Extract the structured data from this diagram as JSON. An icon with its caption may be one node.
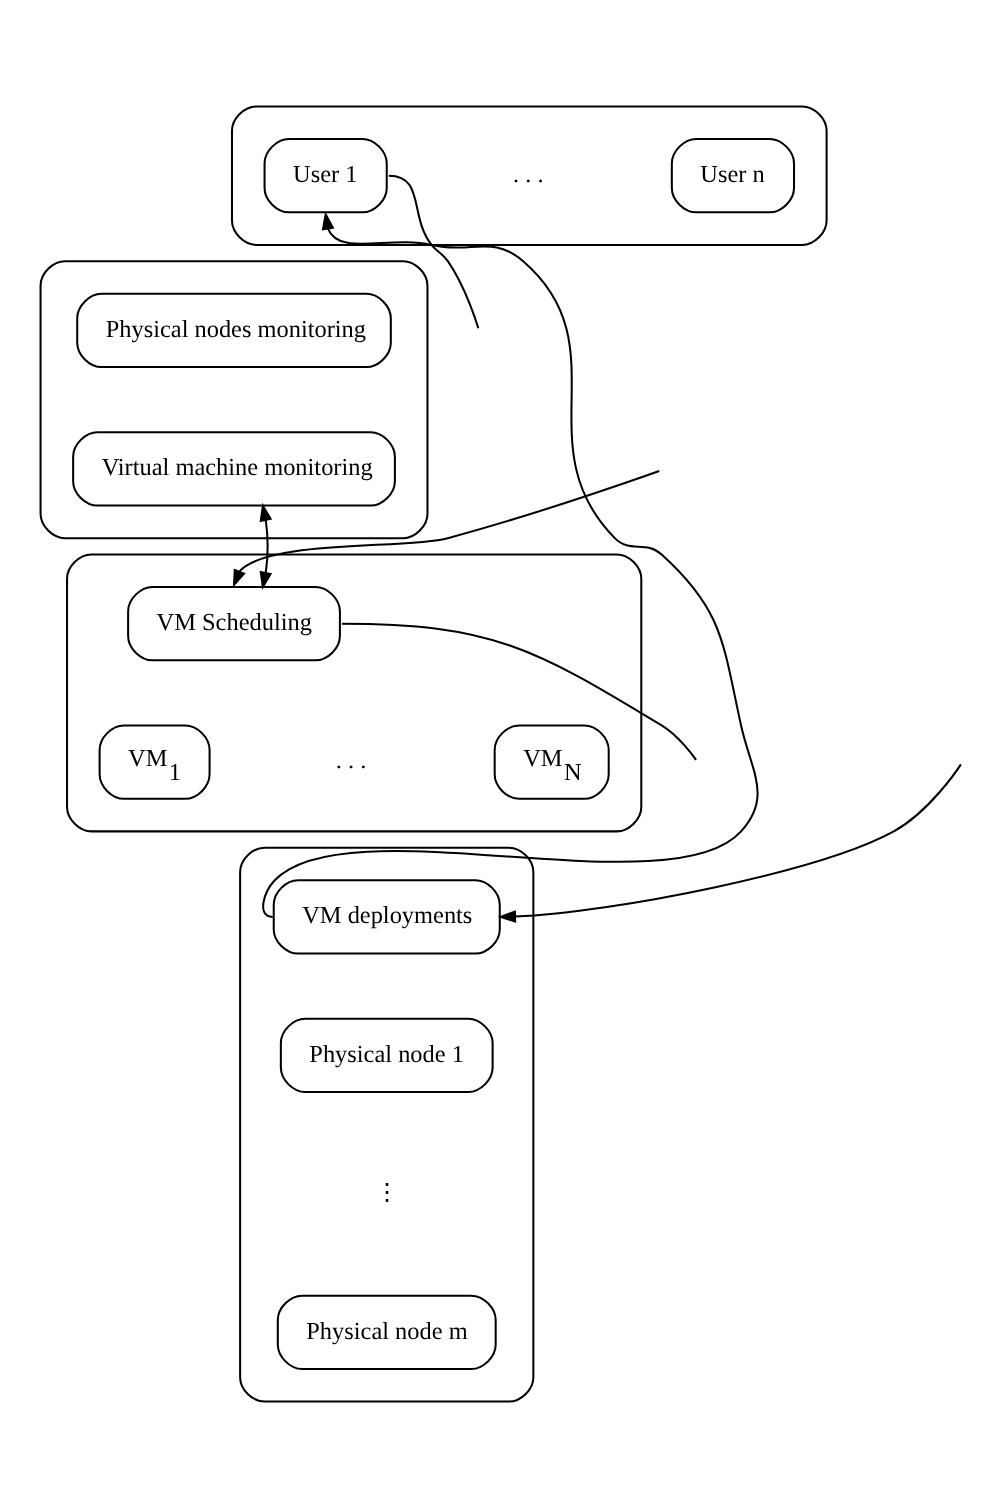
{
  "diagram": {
    "nodes": [
      {
        "text": [],
        "shape": "box"
      },
      {
        "text": [
          "User 1"
        ],
        "in": 0
      },
      {
        "text": [
          "User n"
        ],
        "in": 0
      },
      {
        "text": [],
        "shape": "box"
      },
      {
        "text": [
          "Physical nodes monitoring"
        ],
        "in": 3
      },
      {
        "text": [
          "Virtual machine monitoring"
        ],
        "in": 3
      },
      {
        "text": [],
        "shape": "box"
      },
      {
        "text": [
          "VM Scheduling"
        ],
        "in": 6
      },
      {
        "text": [
          "VM$_{1}$"
        ],
        "in": 6
      },
      {
        "text": [
          "VM$_{N}$"
        ],
        "in": 6
      },
      {
        "text": [],
        "shape": "box"
      },
      {
        "text": [
          "VM deployments"
        ],
        "in": 10
      },
      {
        "text": [
          "Physical node 1"
        ],
        "in": 10
      },
      {
        "text": [
          "Physical node m"
        ],
        "in": 10
      }
    ],
    "edges": [
      {
        "from": 11,
        "to": 1,
        "arrow": "to"
      },
      {
        "from": 1,
        "to": null,
        "arrow": "none"
      },
      {
        "from": 5,
        "to": 7,
        "arrow": "both"
      },
      {
        "from": null,
        "to": 7,
        "arrow": "to"
      },
      {
        "from": 7,
        "to": null,
        "arrow": "none"
      },
      {
        "from": null,
        "to": 11,
        "arrow": "to"
      }
    ],
    "labels": [
      ". . .",
      ". . .",
      "⋮"
    ]
  }
}
